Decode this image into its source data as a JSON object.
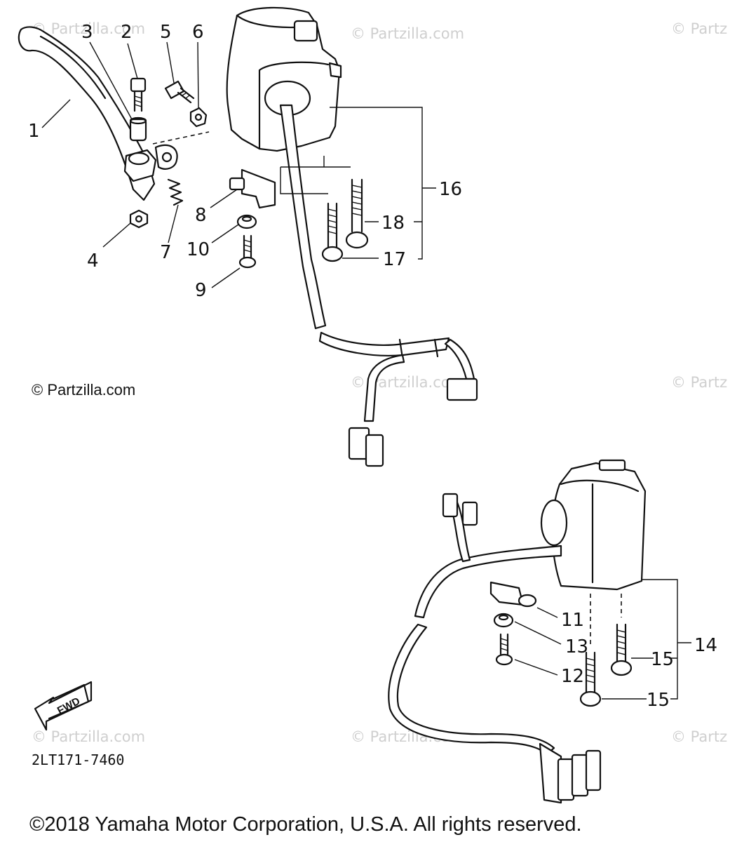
{
  "watermarks": {
    "text": "© Partzilla.com",
    "short": "© Partz",
    "visible": "© Partzilla.com"
  },
  "callouts": [
    "1",
    "2",
    "3",
    "4",
    "5",
    "6",
    "7",
    "8",
    "9",
    "10",
    "11",
    "12",
    "13",
    "14",
    "15",
    "15",
    "16",
    "17",
    "18"
  ],
  "diagram_code": "2LT171-7460",
  "fwd_label": "FWD",
  "copyright": "©2018  Yamaha Motor Corporation, U.S.A. All rights reserved.",
  "colors": {
    "ink": "#111111",
    "watermark": "#cfcfcf",
    "background": "#ffffff"
  }
}
